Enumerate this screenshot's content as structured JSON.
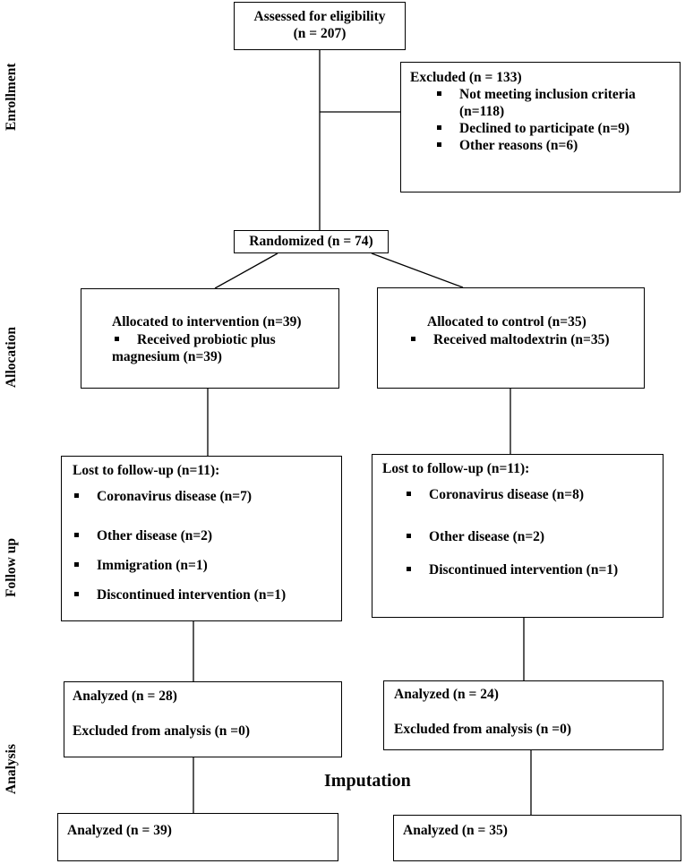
{
  "side_labels": {
    "enrollment": "Enrollment",
    "allocation": "Allocation",
    "follow_up": "Follow up",
    "analysis": "Analysis"
  },
  "assessed": {
    "line1": "Assessed for eligibility",
    "line2": "(n = 207)"
  },
  "excluded": {
    "title": "Excluded (n = 133)",
    "items": [
      {
        "line1": "Not meeting inclusion criteria",
        "line2": "(n=118)"
      },
      {
        "line1": "Declined to participate (n=9)"
      },
      {
        "line1": "Other reasons (n=6)"
      }
    ]
  },
  "randomized": "Randomized (n = 74)",
  "intervention_arm": {
    "allocation": {
      "title": "Allocated to intervention (n=39)",
      "item_line1": "Received probiotic plus",
      "item_line2": "magnesium (n=39)"
    },
    "follow_up": {
      "title": "Lost to follow-up (n=11):",
      "items": [
        "Coronavirus disease (n=7)",
        "Other disease (n=2)",
        "Immigration (n=1)",
        "Discontinued intervention (n=1)"
      ]
    },
    "analysis": {
      "analyzed": "Analyzed (n = 28)",
      "excluded": "Excluded from analysis (n =0)"
    },
    "final": "Analyzed (n = 39)"
  },
  "control_arm": {
    "allocation": {
      "title": "Allocated to control (n=35)",
      "item_line1": "Received maltodextrin (n=35)"
    },
    "follow_up": {
      "title": "Lost to follow-up (n=11):",
      "items": [
        "Coronavirus disease (n=8)",
        "Other disease (n=2)",
        "Discontinued intervention (n=1)"
      ]
    },
    "analysis": {
      "analyzed": "Analyzed (n = 24)",
      "excluded": "Excluded from analysis (n =0)"
    },
    "final": "Analyzed (n = 35)"
  },
  "imputation": "Imputation"
}
